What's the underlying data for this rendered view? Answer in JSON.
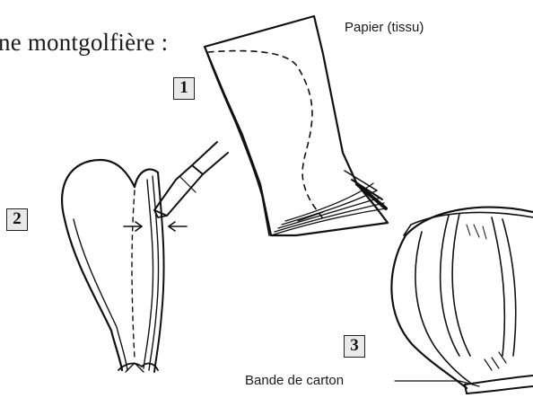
{
  "heading": "ne montgolfière :",
  "labels": {
    "paper": "Papier (tissu)",
    "band": "Bande de carton"
  },
  "steps": [
    {
      "number": "1"
    },
    {
      "number": "2"
    },
    {
      "number": "3"
    }
  ]
}
